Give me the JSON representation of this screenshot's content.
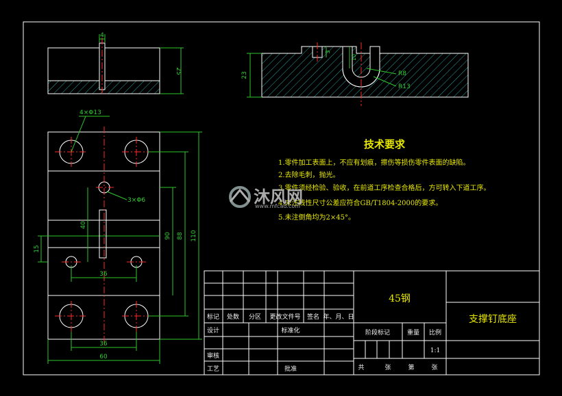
{
  "watermark": {
    "brand": "沐风网",
    "url": "www.mfcad.com"
  },
  "tech_requirements": {
    "title": "技术要求",
    "items": [
      "1.零件加工表面上，不应有划痕，擦伤等损伤零件表面的缺陷。",
      "2.去除毛刺，抛光。",
      "3.零件须经检验、验收，在前道工序检查合格后，方可转入下道工序。",
      "4.未注线性尺寸公差应符合GB/T1804-2000的要求。",
      "5.未注倒角均为2×45°。"
    ]
  },
  "title_block": {
    "material": "45钢",
    "part_name": "支撑钉底座",
    "header": [
      "标记",
      "处数",
      "分区",
      "更改文件号",
      "签名",
      "年、月、日"
    ],
    "design": "设计",
    "standardization": "标准化",
    "review": "审核",
    "process": "工艺",
    "approve": "批准",
    "stage_mark": "阶段标记",
    "weight": "重量",
    "scale_label": "比例",
    "scale": "1:1",
    "sheets_total": "共",
    "sheet": "张",
    "sheet_no": "第",
    "sheet_end": "张"
  },
  "dimensions": {
    "slot_width": "4",
    "front_height": "25",
    "section_height": "23",
    "section_a": "3",
    "section_b": "10",
    "radius_outer": "R8",
    "radius_inner": "R13",
    "holes_large": "4×Φ13",
    "holes_small": "3×Φ6",
    "slot_length": "40",
    "offset_15": "15",
    "span_36_small": "36",
    "span_36": "36",
    "width_60": "60",
    "height_90": "90",
    "height_88": "88",
    "height_110": "110"
  }
}
